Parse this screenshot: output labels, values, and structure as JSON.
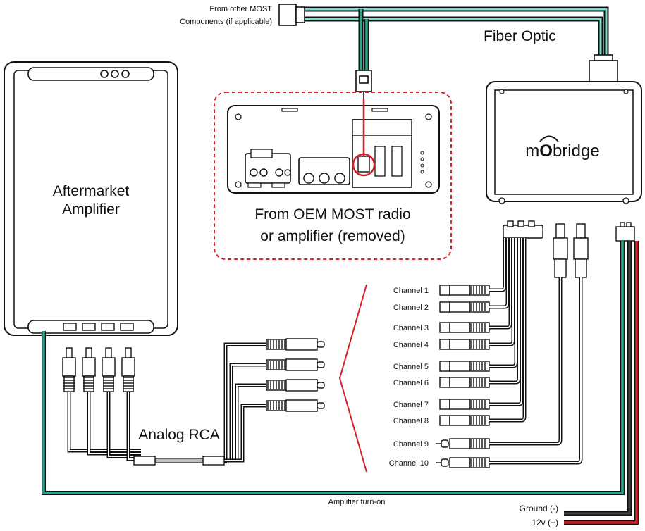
{
  "labels": {
    "from_other_most_line1": "From other MOST",
    "from_other_most_line2": "Components (if applicable)",
    "fiber_optic": "Fiber Optic",
    "aftermarket_line1": "Aftermarket",
    "aftermarket_line2": "Amplifier",
    "oem_line1": "From OEM MOST radio",
    "oem_line2": "or amplifier (removed)",
    "analog_rca": "Analog RCA",
    "amplifier_turn_on": "Amplifier turn-on",
    "ground": "Ground (-)",
    "power": "12v (+)"
  },
  "brand": {
    "logo_text": "mObridge",
    "logo_pre": "m",
    "logo_ring": "O",
    "logo_post": "bridge"
  },
  "channels": [
    "Channel 1",
    "Channel 2",
    "Channel 3",
    "Channel 4",
    "Channel 5",
    "Channel 6",
    "Channel 7",
    "Channel 8",
    "Channel 9",
    "Channel 10"
  ],
  "colors": {
    "fiber": "#2aa58c",
    "turn_on": "#2aa58c",
    "ground": "#111111",
    "power": "#d8202a",
    "oem_highlight": "#d8202a",
    "outline": "#111111"
  }
}
